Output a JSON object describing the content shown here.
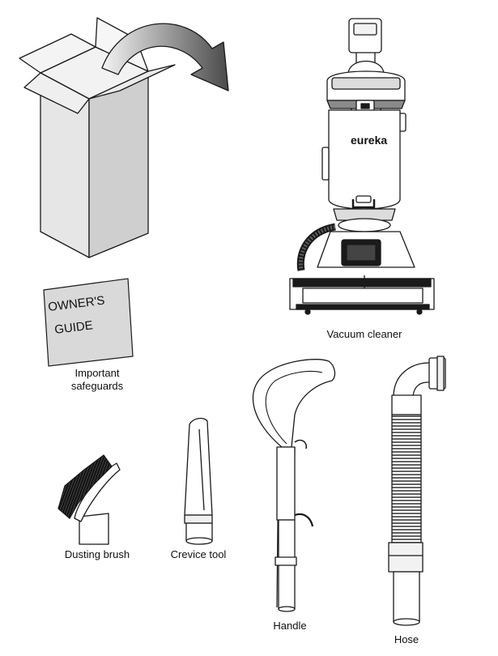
{
  "figure": {
    "guide_line1": "OWNER'S",
    "guide_line2": "GUIDE",
    "brand": "eureka",
    "captions": {
      "vacuum": "Vacuum cleaner",
      "safeguards_line1": "Important",
      "safeguards_line2": "safeguards",
      "dusting_brush": "Dusting brush",
      "crevice_tool": "Crevice tool",
      "handle": "Handle",
      "hose": "Hose"
    }
  },
  "colors": {
    "line": "#1a1a1a",
    "box_fill": "#e4e4e4",
    "guide_fill": "#d9d9d9"
  },
  "icons": [
    "box-icon",
    "arrow-icon",
    "vacuum-icon",
    "owners-guide-icon",
    "dusting-brush-icon",
    "crevice-tool-icon",
    "handle-icon",
    "hose-icon"
  ]
}
